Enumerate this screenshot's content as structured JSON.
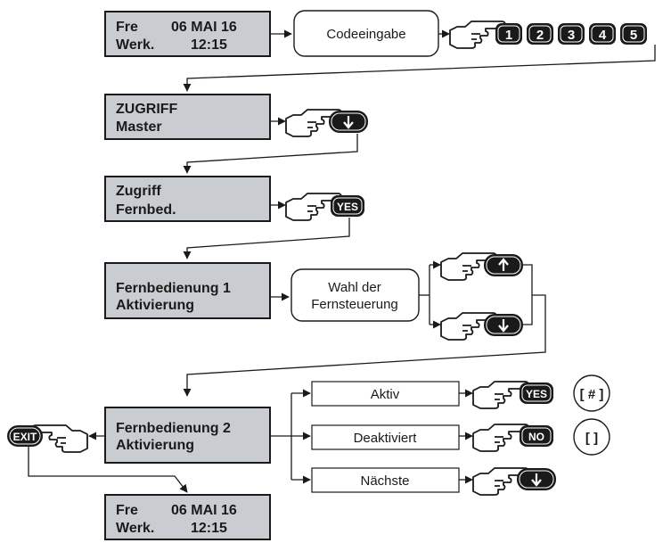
{
  "screen_start": {
    "line1_left": "Fre",
    "line1_right": "06 MAI 16",
    "line2_left": "Werk.",
    "line2_right": "12:15"
  },
  "codeeingabe": "Codeeingabe",
  "code_keys": [
    "1",
    "2",
    "3",
    "4",
    "5"
  ],
  "screen_zugriff_master": {
    "line1": "ZUGRIFF",
    "line2": "Master"
  },
  "screen_zugriff_fernbed": {
    "line1": "Zugriff",
    "line2": "Fernbed."
  },
  "key_yes": "YES",
  "key_no": "NO",
  "key_exit": "EXIT",
  "screen_fernbedienung1": {
    "line1": "Fernbedienung 1",
    "line2": "Aktivierung"
  },
  "wahl": {
    "line1": "Wahl der",
    "line2": "Fernsteuerung"
  },
  "screen_fernbedienung2": {
    "line1": "Fernbedienung 2",
    "line2": "Aktivierung"
  },
  "options": [
    {
      "label": "Aktiv",
      "key": "YES",
      "code": "[ # ]"
    },
    {
      "label": "Deaktiviert",
      "key": "NO",
      "code": "[   ]"
    },
    {
      "label": "Nächste",
      "key": "down",
      "code": ""
    }
  ],
  "screen_end": {
    "line1_left": "Fre",
    "line1_right": "06 MAI 16",
    "line2_left": "Werk.",
    "line2_right": "12:15"
  }
}
